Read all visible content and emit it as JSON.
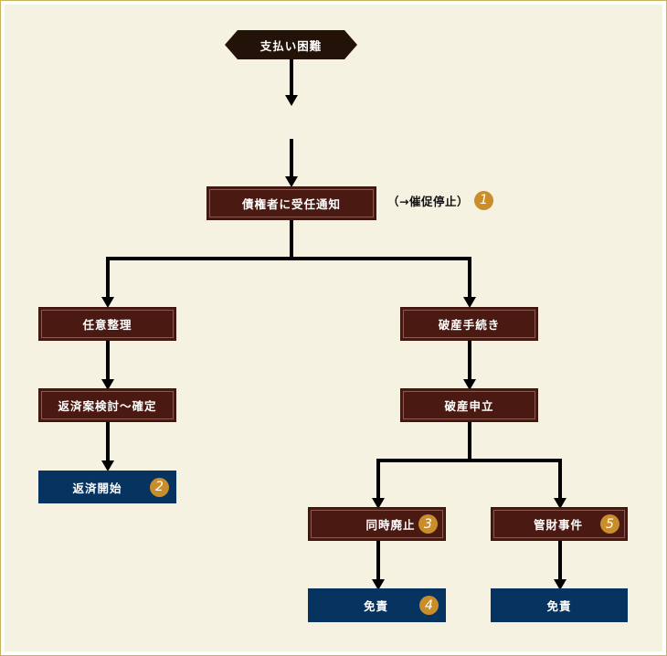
{
  "colors": {
    "background": "#f6f2e2",
    "frame_border": "#c9b25c",
    "node_brown": "#4a1a12",
    "node_blue": "#06335f",
    "badge": "#c98e2a",
    "connector": "#000000"
  },
  "start": {
    "label": "支払い困難"
  },
  "notice": {
    "label": "債権者に受任通知",
    "note": "（→催促停止）",
    "badge": "1"
  },
  "left_branch": {
    "step1": {
      "label": "任意整理"
    },
    "step2": {
      "label": "返済案検討～確定"
    },
    "result": {
      "label": "返済開始",
      "badge": "2"
    }
  },
  "right_branch": {
    "step1": {
      "label": "破産手続き"
    },
    "step2": {
      "label": "破産申立"
    },
    "sub_left": {
      "label": "同時廃止",
      "badge": "3",
      "result": {
        "label": "免責",
        "badge": "4"
      }
    },
    "sub_right": {
      "label": "管財事件",
      "badge": "5",
      "result": {
        "label": "免責"
      }
    }
  }
}
